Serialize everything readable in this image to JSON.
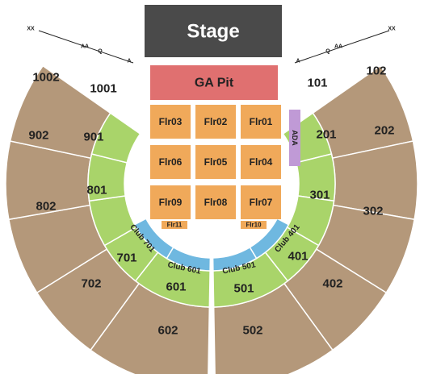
{
  "stage": {
    "label": "Stage",
    "color": "#4a4a4a"
  },
  "ga_pit": {
    "label": "GA Pit",
    "color": "#e07070"
  },
  "ada": {
    "label": "ADA",
    "color": "#c09ad6"
  },
  "floor_sections": [
    "Flr01",
    "Flr02",
    "Flr03",
    "Flr04",
    "Flr05",
    "Flr06",
    "Flr07",
    "Flr08",
    "Flr09",
    "Flr10",
    "Flr11"
  ],
  "club_sections": [
    "Club 401",
    "Club 501",
    "Club 601",
    "Club 701"
  ],
  "lower_sections": [
    "101",
    "201",
    "301",
    "401",
    "501",
    "601",
    "701",
    "801",
    "901",
    "1001"
  ],
  "upper_sections": [
    "102",
    "202",
    "302",
    "402",
    "502",
    "602",
    "702",
    "802",
    "902",
    "1002"
  ],
  "row_labels": {
    "left": [
      "XX",
      "AA",
      "Q",
      "A"
    ],
    "right": [
      "A",
      "Q",
      "AA",
      "XX"
    ]
  },
  "colors": {
    "floor": "#f0a95a",
    "club": "#6fb8e0",
    "lower": "#a9d46a",
    "upper": "#b4987a",
    "outline": "#ffffff"
  }
}
